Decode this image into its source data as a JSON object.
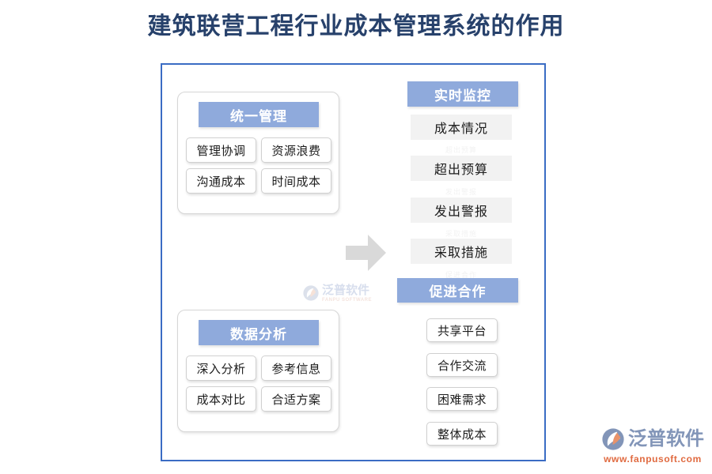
{
  "page": {
    "title": "建筑联营工程行业成本管理系统的作用",
    "title_color": "#27416b",
    "accent_color": "#8faadc",
    "frame_color": "#3a6cc4"
  },
  "diagram": {
    "left_groups": [
      {
        "id": "unified-management",
        "header": "统一管理",
        "items": [
          "管理协调",
          "资源浪费",
          "沟通成本",
          "时间成本"
        ]
      },
      {
        "id": "data-analysis",
        "header": "数据分析",
        "items": [
          "深入分析",
          "参考信息",
          "成本对比",
          "合适方案"
        ]
      }
    ],
    "right_groups": [
      {
        "id": "realtime-monitor",
        "header": "实时监控",
        "items": [
          "成本情况",
          "超出预算",
          "发出警报",
          "采取措施"
        ]
      },
      {
        "id": "promote-cooperation",
        "header": "促进合作",
        "items": [
          "共享平台",
          "合作交流",
          "困难需求",
          "整体成本"
        ]
      }
    ],
    "arrow": {
      "name": "right-arrow",
      "color": "#d9d9d9"
    },
    "center_watermark": {
      "cn": "泛普软件",
      "en": "FANPU SOFTWARE"
    }
  },
  "brand": {
    "name": "泛普软件",
    "url": "www.fanpusoft.com",
    "name_color": "#8295b8",
    "url_color": "#e06a40"
  }
}
